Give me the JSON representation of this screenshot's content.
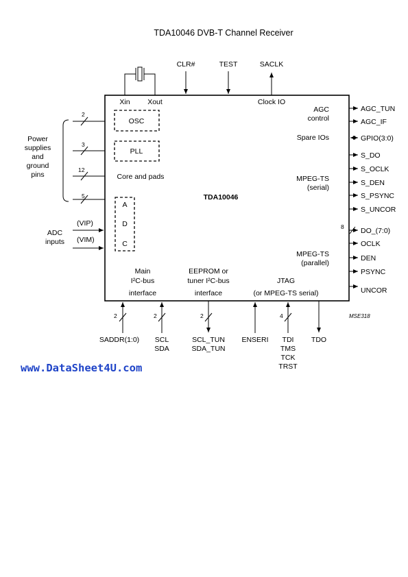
{
  "title": "TDA10046 DVB-T Channel Receiver",
  "chip_name": "TDA10046",
  "core_label": "Core and pads",
  "top_pins": {
    "clr": "CLR#",
    "test": "TEST",
    "saclk": "SACLK"
  },
  "crystal_pins": {
    "xin": "Xin",
    "xout": "Xout"
  },
  "clock_io": "Clock IO",
  "osc": "OSC",
  "pll": "PLL",
  "adc_letters": [
    "A",
    "D",
    "C"
  ],
  "power": {
    "label": [
      "Power",
      "supplies",
      "and",
      "ground",
      "pins"
    ],
    "bus_widths": [
      "2",
      "3",
      "12",
      "5"
    ]
  },
  "adc_inputs": {
    "label": [
      "ADC",
      "inputs"
    ],
    "vip": "(VIP)",
    "vim": "(VIM)"
  },
  "right": {
    "agc_label": [
      "AGC",
      "control"
    ],
    "agc_tun": "AGC_TUN",
    "agc_if": "AGC_IF",
    "spare_label": "Spare IOs",
    "gpio": "GPIO(3:0)",
    "serial_label": [
      "MPEG-TS",
      "(serial)"
    ],
    "s_do": "S_DO",
    "s_oclk": "S_OCLK",
    "s_den": "S_DEN",
    "s_psync": "S_PSYNC",
    "s_uncor": "S_UNCOR",
    "do_width": "8",
    "do": "DO_(7:0)",
    "parallel_label": [
      "MPEG-TS",
      "(parallel)"
    ],
    "oclk": "OCLK",
    "den": "DEN",
    "psync": "PSYNC",
    "uncor": "UNCOR"
  },
  "bottom": {
    "main_label": [
      "Main",
      "I²C-bus",
      "interface"
    ],
    "eeprom_label": [
      "EEPROM or",
      "tuner I²C-bus",
      "interface"
    ],
    "jtag_label": [
      "JTAG",
      "(or MPEG-TS serial)"
    ],
    "saddr_width": "2",
    "scl_width": "2",
    "scltun_width": "2",
    "tdi_width": "4",
    "saddr": "SADDR(1:0)",
    "scl": [
      "SCL",
      "SDA"
    ],
    "scl_tun": [
      "SCL_TUN",
      "SDA_TUN"
    ],
    "enseri": "ENSERI",
    "tdi": [
      "TDI",
      "TMS",
      "TCK",
      "TRST"
    ],
    "tdo": "TDO"
  },
  "figure_code": "MSE318",
  "watermark": "www.DataSheet4U.com"
}
